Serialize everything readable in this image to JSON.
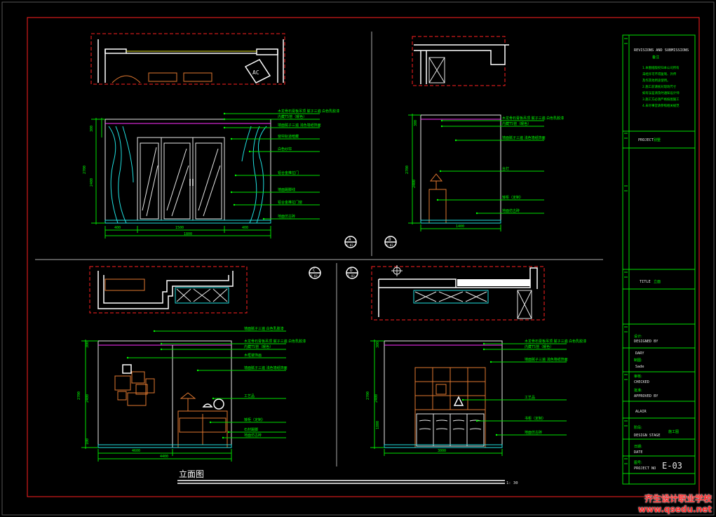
{
  "drawing": {
    "main_title": "立面图",
    "scale_note": "1: 30",
    "elevations": [
      {
        "id": "A",
        "sheet": "E-03"
      },
      {
        "id": "B",
        "sheet": "E-03"
      },
      {
        "id": "C",
        "sheet": "E-03"
      },
      {
        "id": "D",
        "sheet": "E-03"
      }
    ],
    "labels_a": [
      "木龙骨石膏板吊顶 腻子三遍 白色乳胶漆",
      "内藏T5管（暖色）",
      "墙面腻子三遍 浅色墙纸饰面",
      "窗帘轨道暗藏",
      "白色纱帘",
      "铝合金推拉门",
      "墙面踢脚线",
      "铝合金推拉门窗",
      "地面仿古砖"
    ],
    "labels_b": [
      "木龙骨石膏板吊顶 腻子三遍 白色乳胶漆",
      "内藏T5管（暖色）",
      "墙面腻子三遍 浅色墙纸饰面",
      "台灯",
      "矮柜（定制）",
      "地面仿古砖"
    ],
    "labels_c": [
      "墙面腻子三遍 白色乳胶漆",
      "木龙骨石膏板吊顶 腻子三遍 白色乳胶漆",
      "内藏T5管（暖色）",
      "木框装饰画",
      "墙面腻子三遍 浅色墙纸饰面",
      "工艺品",
      "矮柜（定制）",
      "石材踢脚",
      "地面仿古砖"
    ],
    "labels_d": [
      "木龙骨石膏板吊顶 腻子三遍 白色乳胶漆",
      "内藏T5管（暖色）",
      "墙面腻子三遍 浅色墙纸饰面",
      "工艺品",
      "书柜（定制）",
      "地面仿古砖"
    ],
    "dims_a": [
      "2700",
      "2400",
      "300",
      "400",
      "1500",
      "400",
      "1800"
    ],
    "dims_b": [
      "2700",
      "2400",
      "300",
      "1400"
    ],
    "dims_c": [
      "2700",
      "2400",
      "300",
      "100",
      "4600",
      "4400"
    ],
    "dims_d": [
      "2700",
      "2400",
      "300",
      "1800",
      "3000"
    ]
  },
  "title_block": {
    "revisions_title": "REVISIONS AND SUBMISSIONS",
    "revisions_sub": "备注",
    "notes": [
      "1.本图纸版权归本公司所有",
      "  未经许可不得复制、外传",
      "  及作其他用途使用。",
      "2.施工前请核对现场尺寸",
      "  如有误差请及时通知设计师",
      "3.施工方必须严格按图施工",
      "4.未尽事宜请参照相关规范"
    ],
    "project_label": "PROJECT",
    "project_value": "别墅",
    "title_label": "TITLE",
    "title_value": "立面",
    "designed_cn": "设计:",
    "designed_en": "DESIGNED BY",
    "designed_value": "DARY",
    "drawn_cn": "制图:",
    "drawn_value": "Sade",
    "checked_cn": "审核:",
    "checked_en": "CHECKED",
    "approved_cn": "批准:",
    "approved_en": "APPROVED BY",
    "approved_value": "ALAIR",
    "stage_cn": "阶段:",
    "stage_value": "施工图",
    "stage_en": "DESIGN STAGE",
    "date_cn": "日期:",
    "date_en": "DATE",
    "project_no_cn": "图号:",
    "project_no_en": "PROJECT NO",
    "project_no": "E-03"
  },
  "watermark": {
    "line1": "齐生设计职业学校",
    "line2": "www.qsedu.net"
  },
  "colors": {
    "background": "#000000",
    "frame": "#ff2020",
    "annotation": "#00ff00",
    "linework": "#e8e8e8"
  }
}
